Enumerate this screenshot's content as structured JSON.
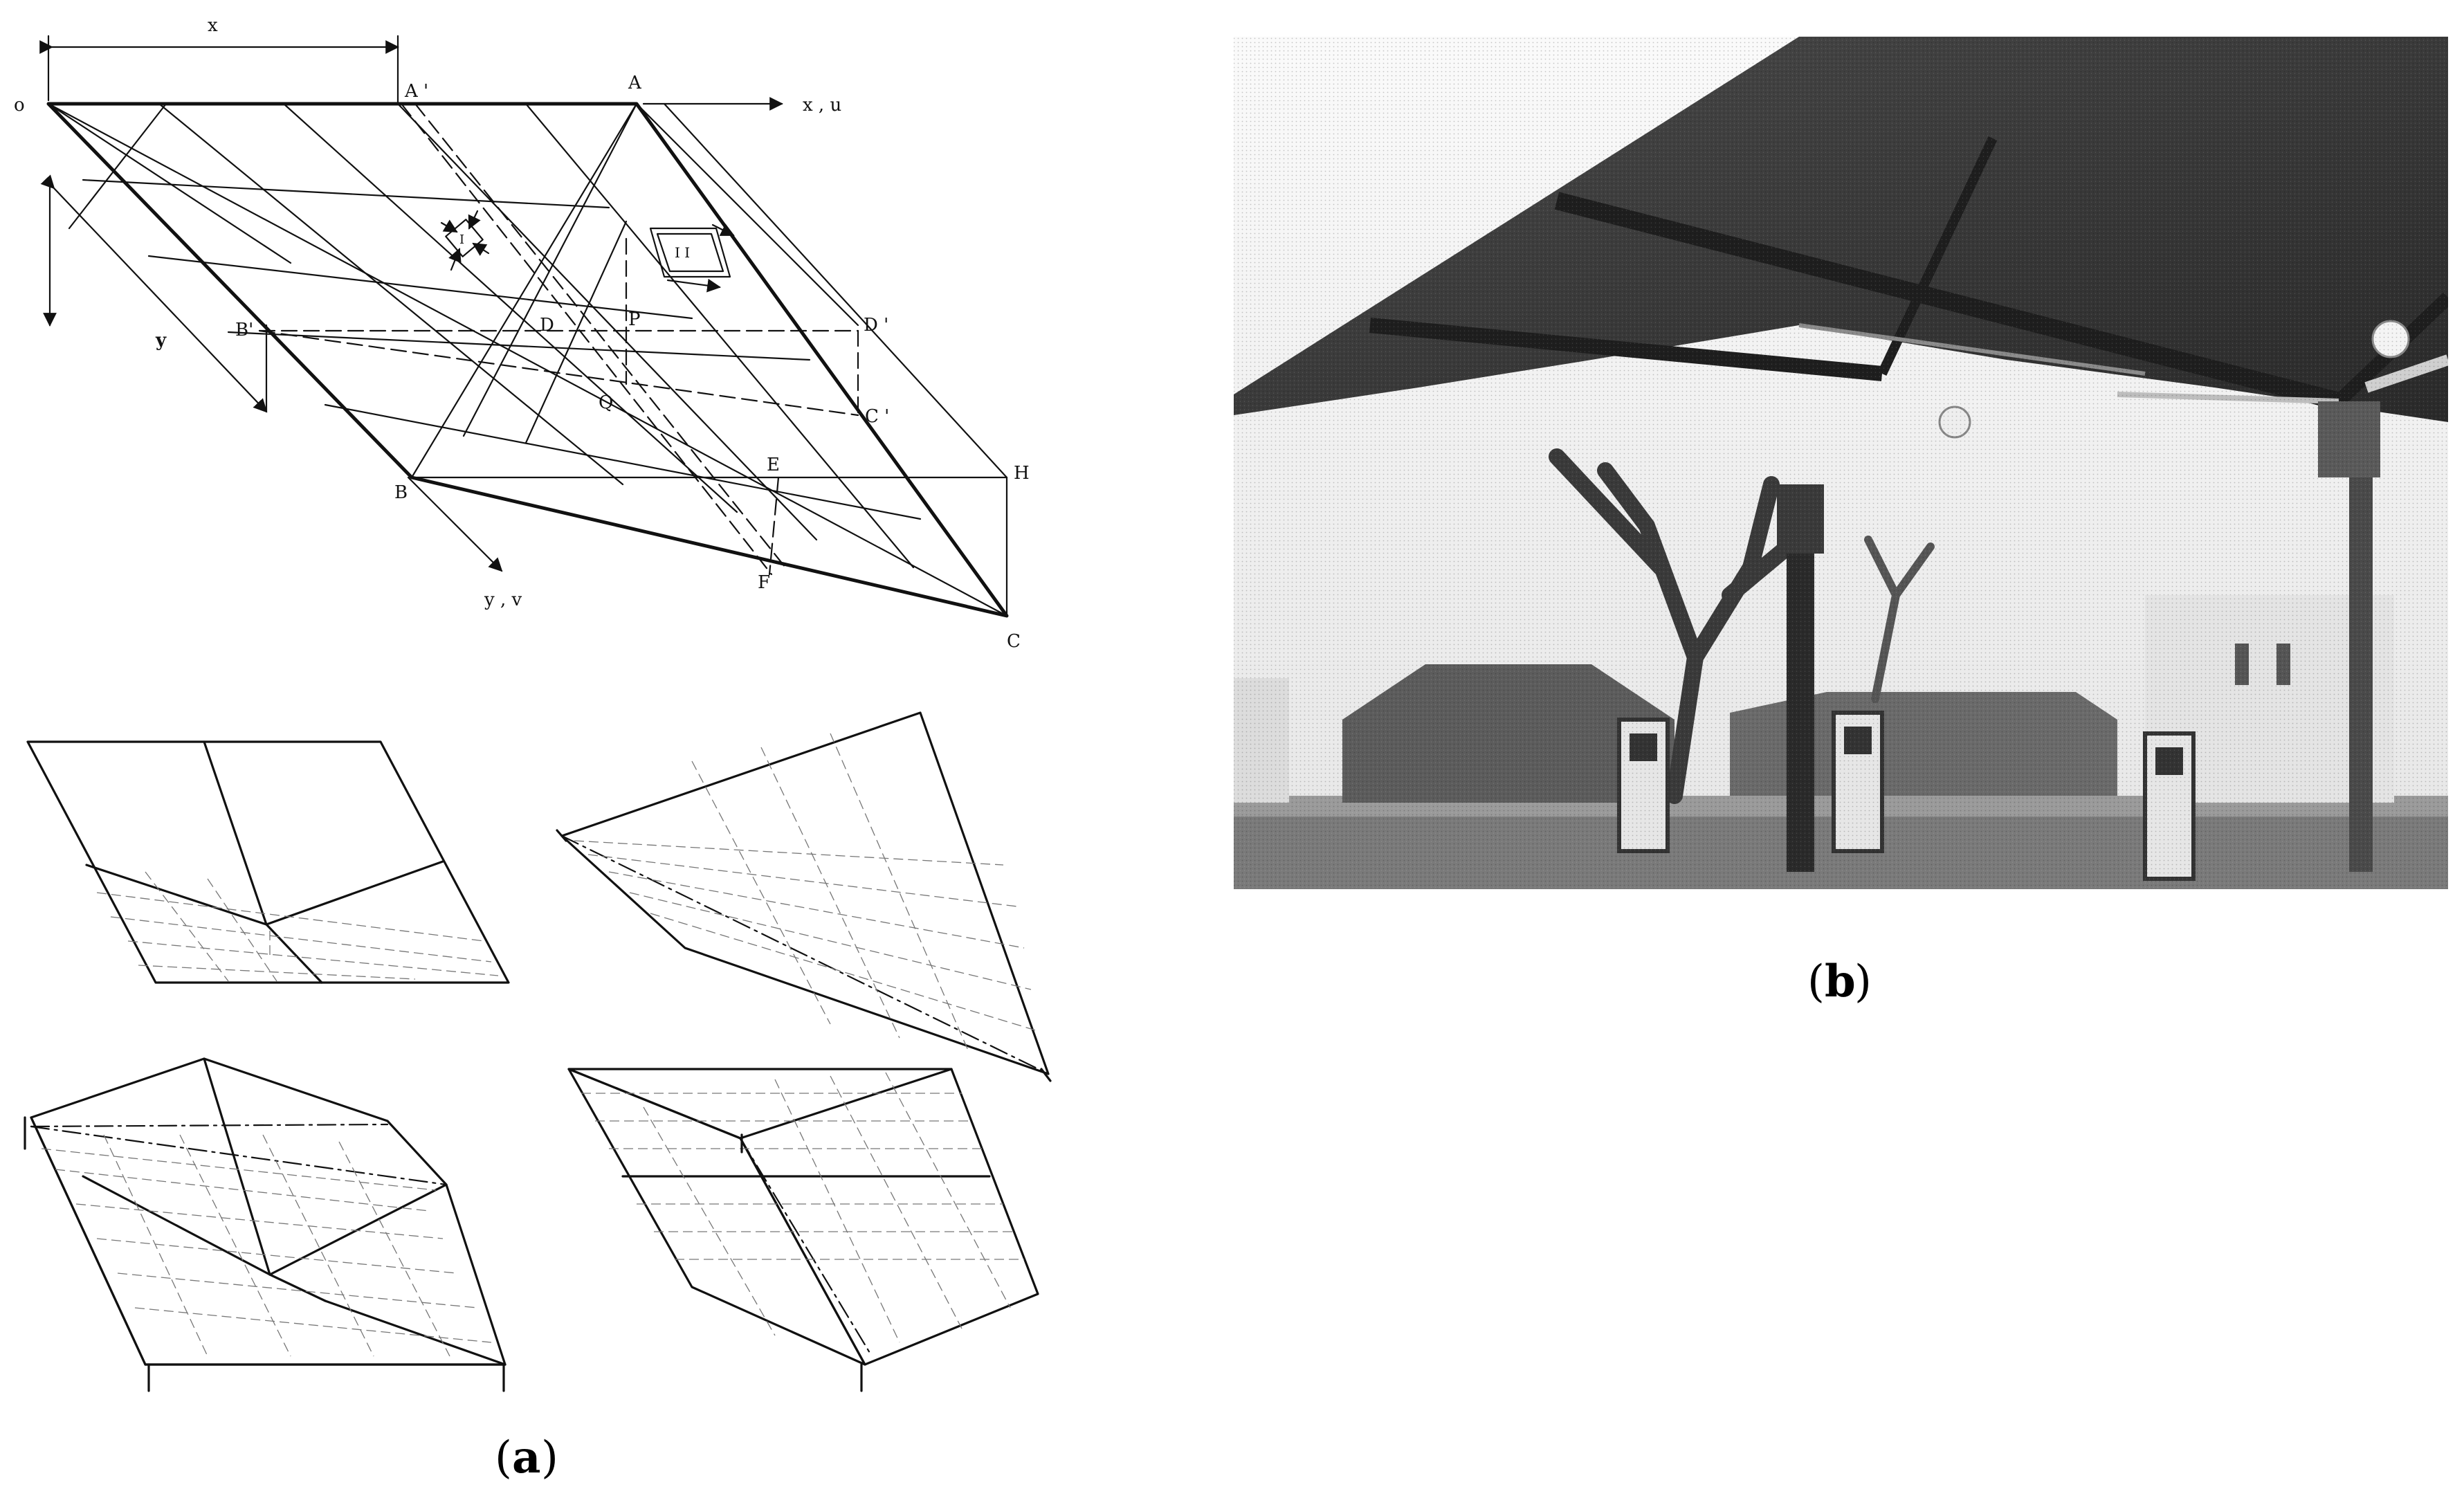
{
  "labels": {
    "dim_x": "x",
    "axis_xu": "x , u",
    "axis_y": "y",
    "axis_yv": "y , v",
    "pt_O": "o",
    "pt_A_prime": "A '",
    "pt_A": "A",
    "pt_B_prime": "B'",
    "pt_B": "B",
    "pt_C": "C",
    "pt_C_prime": "C '",
    "pt_D": "D",
    "pt_D_prime": "D '",
    "pt_P": "P",
    "pt_Q": "Q",
    "pt_E": "E",
    "pt_F": "F",
    "pt_H": "H",
    "elem_I": "I",
    "elem_II": "I I"
  },
  "captions": {
    "a_open": "(",
    "a_letter": "a",
    "a_close": ")",
    "b_open": "(",
    "b_letter": "b",
    "b_close": ")"
  },
  "photo": {
    "tone_dark": "#2e2e2e",
    "tone_mid": "#6c6c6c",
    "tone_sky": "#f2f2f2",
    "tone_ground": "#777777"
  }
}
